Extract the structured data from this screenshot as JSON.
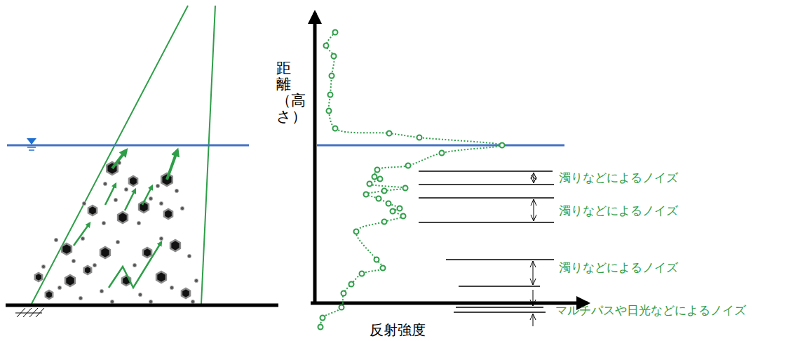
{
  "diagram": {
    "labels": [
      "距離（高さ）",
      "反射強度",
      "濁りなどによるノイズ",
      "濁りなどによるノイズ",
      "濁りなどによるノイズ",
      "マルチパスや日光などによるノイズ"
    ]
  }
}
